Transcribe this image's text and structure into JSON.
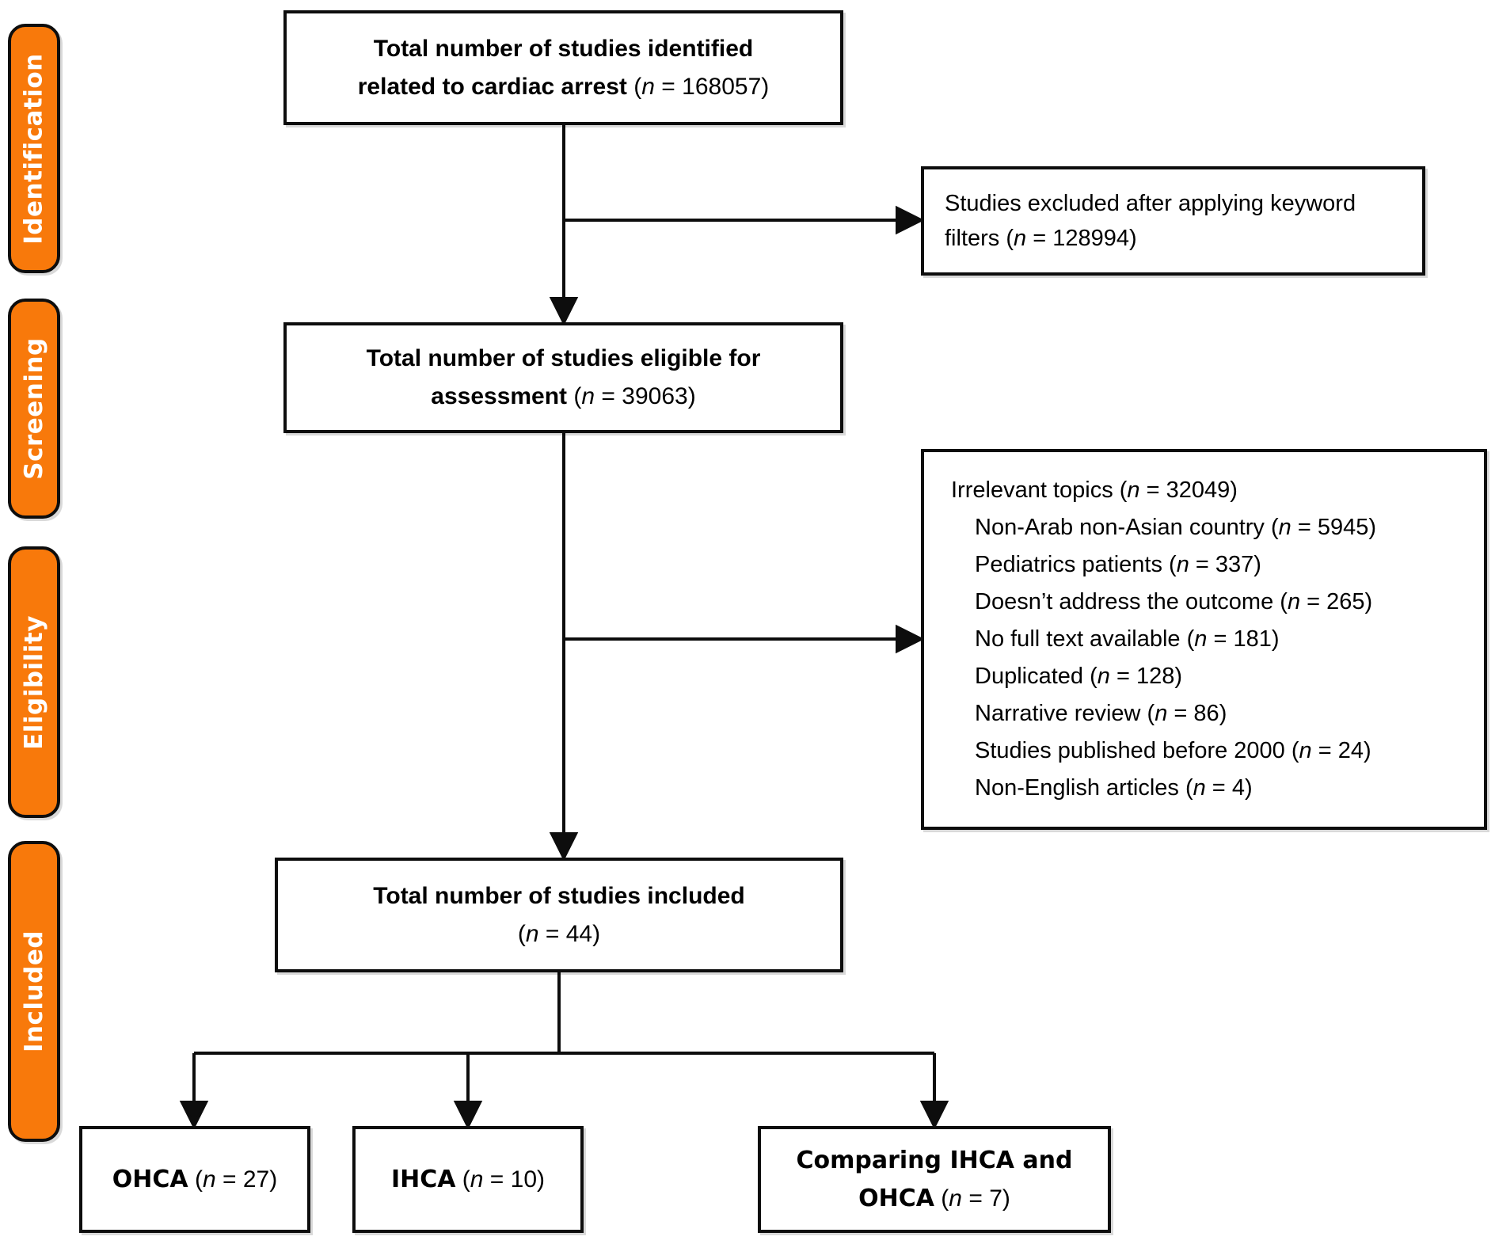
{
  "accent_color": "#F8790B",
  "glyphs": {
    "open": " (",
    "n": "n",
    "eq": " = ",
    "close": ")"
  },
  "sidebar": {
    "items": [
      {
        "label": "Identification"
      },
      {
        "label": "Screening"
      },
      {
        "label": "Eligibility"
      },
      {
        "label": "Included"
      }
    ]
  },
  "flow": {
    "identified": {
      "line1": "Total number of studies identified",
      "line2": "related to cardiac arrest",
      "value": "168057"
    },
    "excluded_keyword": {
      "label": "Studies excluded after applying keyword filters",
      "value": "128994"
    },
    "eligible": {
      "line1": "Total number of studies eligible for",
      "line2": "assessment",
      "value": "39063"
    },
    "excluded_detail": {
      "items": [
        {
          "label": "Irrelevant topics",
          "value": "32049",
          "indent": false
        },
        {
          "label": "Non-Arab non-Asian country",
          "value": "5945",
          "indent": true
        },
        {
          "label": "Pediatrics patients",
          "value": "337",
          "indent": true
        },
        {
          "label": "Doesn’t address the outcome",
          "value": "265",
          "indent": true
        },
        {
          "label": "No full text available",
          "value": "181",
          "indent": true
        },
        {
          "label": "Duplicated",
          "value": "128",
          "indent": true
        },
        {
          "label": "Narrative review",
          "value": "86",
          "indent": true
        },
        {
          "label": "Studies published before 2000",
          "value": "24",
          "indent": true
        },
        {
          "label": "Non-English articles",
          "value": "4",
          "indent": true
        }
      ]
    },
    "included": {
      "line1": "Total number of studies included",
      "value": "44"
    },
    "ohca": {
      "label": "OHCA",
      "value": "27"
    },
    "ihca": {
      "label": "IHCA",
      "value": "10"
    },
    "comparing": {
      "line1": "Comparing IHCA and",
      "line2": "OHCA",
      "value": "7"
    }
  }
}
